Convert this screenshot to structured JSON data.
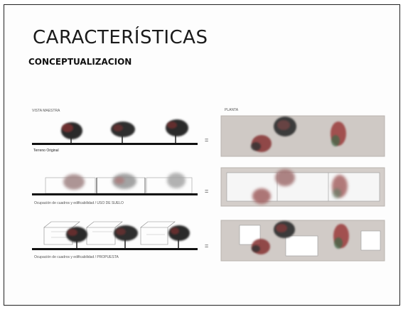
{
  "slide": {
    "title": "CARACTERÍSTICAS",
    "subtitle": "CONCEPTUALIZACION"
  },
  "diagram": {
    "left_header": "VISTA MAESTRA",
    "right_header": "PLANTA",
    "rows": [
      {
        "caption": "Terreno Original",
        "equals": "="
      },
      {
        "caption": "Ocupación de cuadros y edificabilidad / USO DE SUELO",
        "equals": "="
      },
      {
        "caption": "Ocupación de cuadros y edificabilidad / PROPUESTA",
        "equals": "="
      }
    ]
  },
  "colors": {
    "tree_dark": "#2b2b2b",
    "tree_red": "#9a3a3a",
    "tree_green": "#3e6b4a",
    "plan_fill": "#cfc9c5",
    "ground": "#111111"
  }
}
